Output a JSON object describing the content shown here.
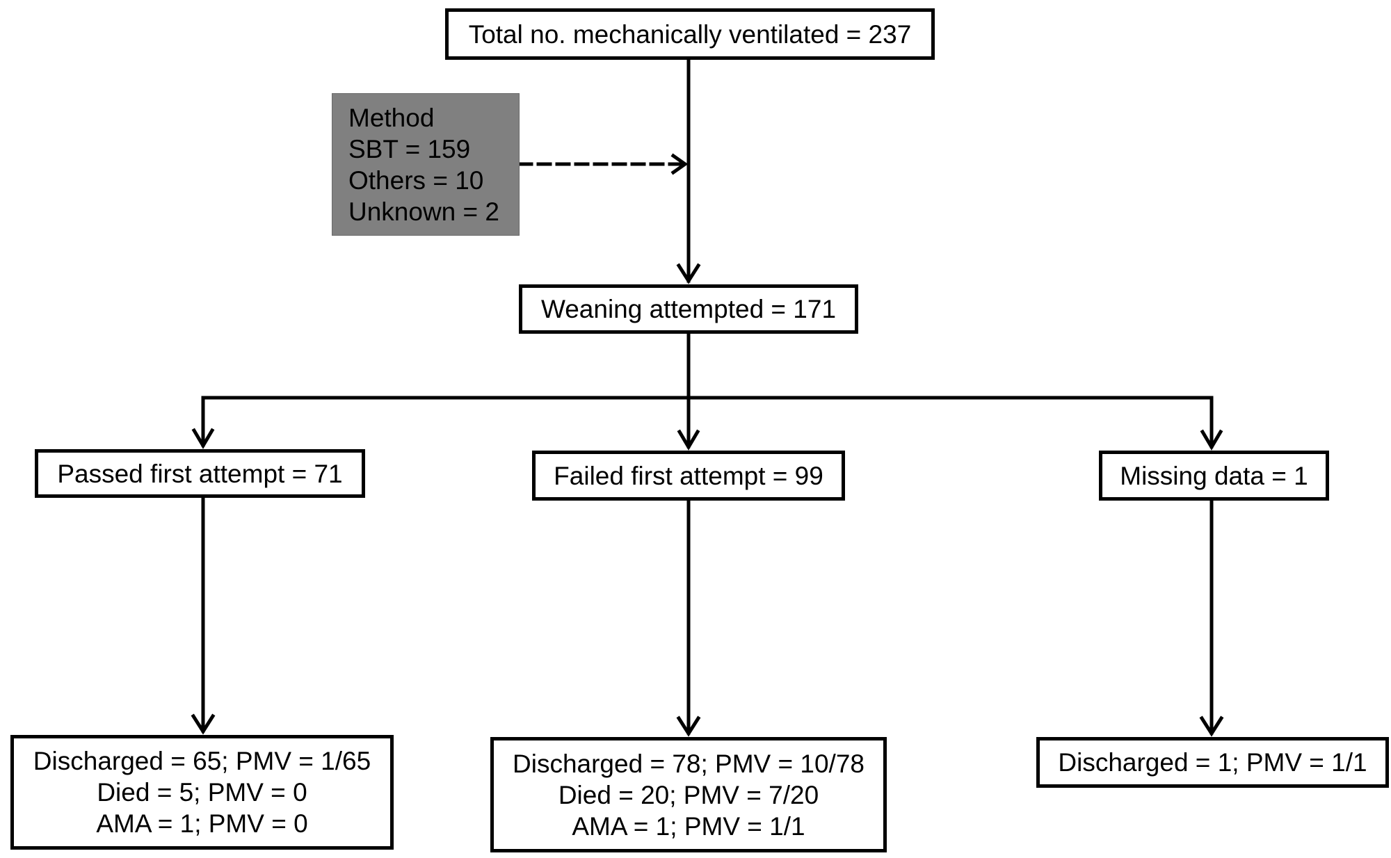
{
  "nodes": {
    "total": {
      "lines": [
        "Total no. mechanically ventilated = 237"
      ]
    },
    "method": {
      "lines": [
        "Method",
        "SBT = 159",
        "Others = 10",
        "Unknown = 2"
      ],
      "fill": "#808080"
    },
    "weaning": {
      "lines": [
        "Weaning attempted = 171"
      ]
    },
    "passed": {
      "lines": [
        "Passed first attempt = 71"
      ]
    },
    "failed": {
      "lines": [
        "Failed first attempt = 99"
      ]
    },
    "missing": {
      "lines": [
        "Missing data = 1"
      ]
    },
    "outcome_passed": {
      "lines": [
        "Discharged = 65; PMV = 1/65",
        "Died = 5; PMV = 0",
        "AMA = 1; PMV = 0"
      ]
    },
    "outcome_failed": {
      "lines": [
        "Discharged = 78; PMV = 10/78",
        "Died = 20; PMV = 7/20",
        "AMA = 1; PMV = 1/1"
      ]
    },
    "outcome_missing": {
      "lines": [
        "Discharged = 1; PMV = 1/1"
      ]
    }
  },
  "colors": {
    "stroke": "#000000",
    "background": "#ffffff",
    "method_fill": "#808080"
  }
}
